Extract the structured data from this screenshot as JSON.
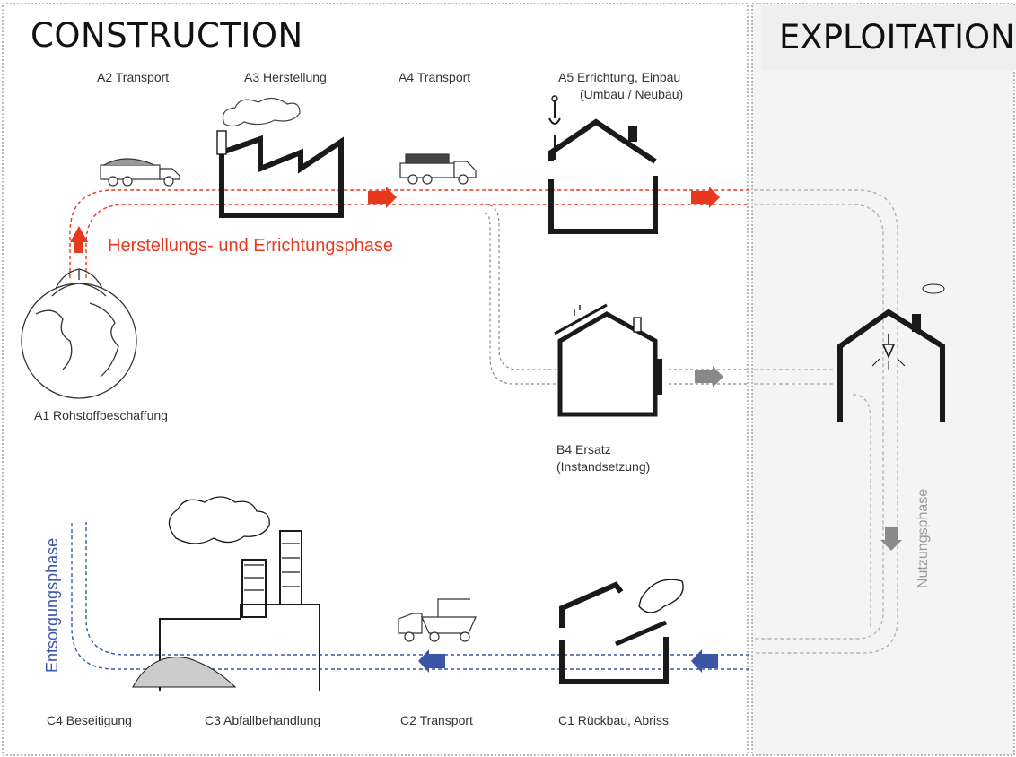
{
  "sections": {
    "construction": "CONSTRUCTION",
    "exploitation": "EXPLOITATION"
  },
  "stages": {
    "a2": "A2 Transport",
    "a3": "A3 Herstellung",
    "a4": "A4 Transport",
    "a5_line1": "A5 Errichtung, Einbau",
    "a5_line2": "(Umbau / Neubau)",
    "a1": "A1 Rohstoffbeschaffung",
    "b4_line1": "B4 Ersatz",
    "b4_line2": "(Instandsetzung)",
    "c4": "C4 Beseitigung",
    "c3": "C3 Abfallbehandlung",
    "c2": "C2 Transport",
    "c1": "C1 Rückbau, Abriss"
  },
  "phases": {
    "production": "Herstellungs- und Errichtungsphase",
    "disposal": "Entsorgungsphase",
    "use": "Nutzungsphase"
  },
  "colors": {
    "production": "#e8391f",
    "disposal": "#3b56a6",
    "use": "#9a9a9a",
    "ink": "#1a1a1a"
  }
}
